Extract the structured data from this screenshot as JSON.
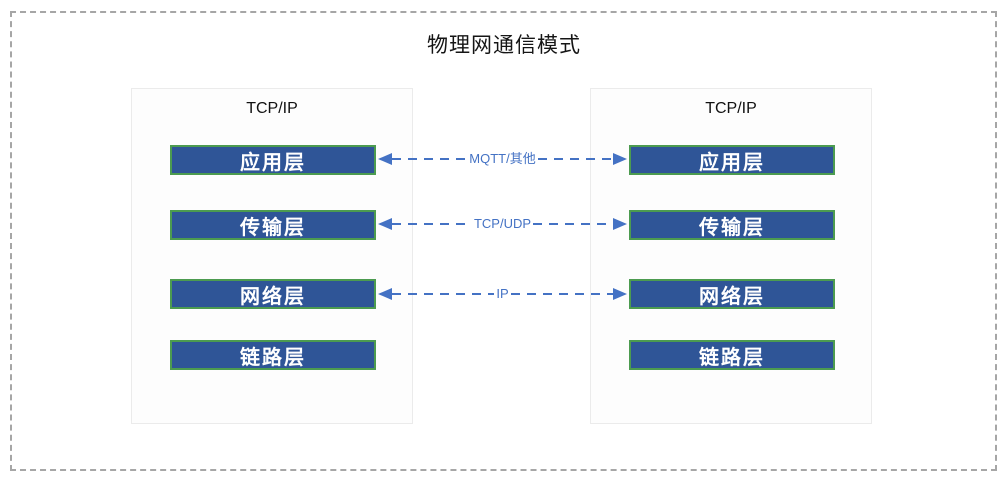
{
  "title": "物理网通信模式",
  "panels": {
    "left": {
      "title": "TCP/IP",
      "layers": [
        "应用层",
        "传输层",
        "网络层",
        "链路层"
      ]
    },
    "right": {
      "title": "TCP/IP",
      "layers": [
        "应用层",
        "传输层",
        "网络层",
        "链路层"
      ]
    }
  },
  "links": [
    {
      "label": "MQTT/其他"
    },
    {
      "label": "TCP/UDP"
    },
    {
      "label": "IP"
    }
  ],
  "colors": {
    "box_fill": "#2f5597",
    "box_border": "#4c9b50",
    "arrow": "#4472c4",
    "outer_border": "#a6a6a6",
    "panel_border": "#ebebeb"
  }
}
